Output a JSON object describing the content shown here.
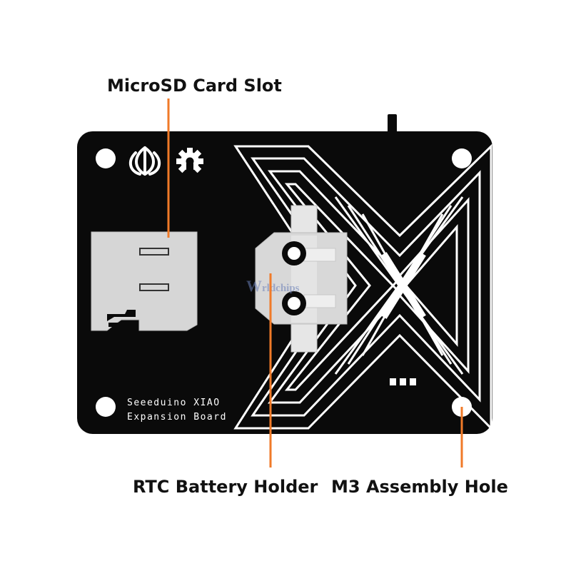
{
  "callouts": {
    "microsd": "MicroSD Card Slot",
    "rtc": "RTC Battery Holder",
    "m3": "M3 Assembly Hole"
  },
  "board": {
    "line1": "Seeeduino XIAO",
    "line2": "Expansion Board"
  },
  "watermark": {
    "prefix": "W",
    "suffix": "rldchips"
  },
  "colors": {
    "board": "#0a0a0a",
    "leader": "#f07a28",
    "component": "#d6d6d6",
    "silk": "#ffffff"
  },
  "icons": [
    "hole-icon",
    "seeed-logo-icon",
    "open-source-hardware-gear-icon",
    "x-pattern-logo-icon"
  ]
}
